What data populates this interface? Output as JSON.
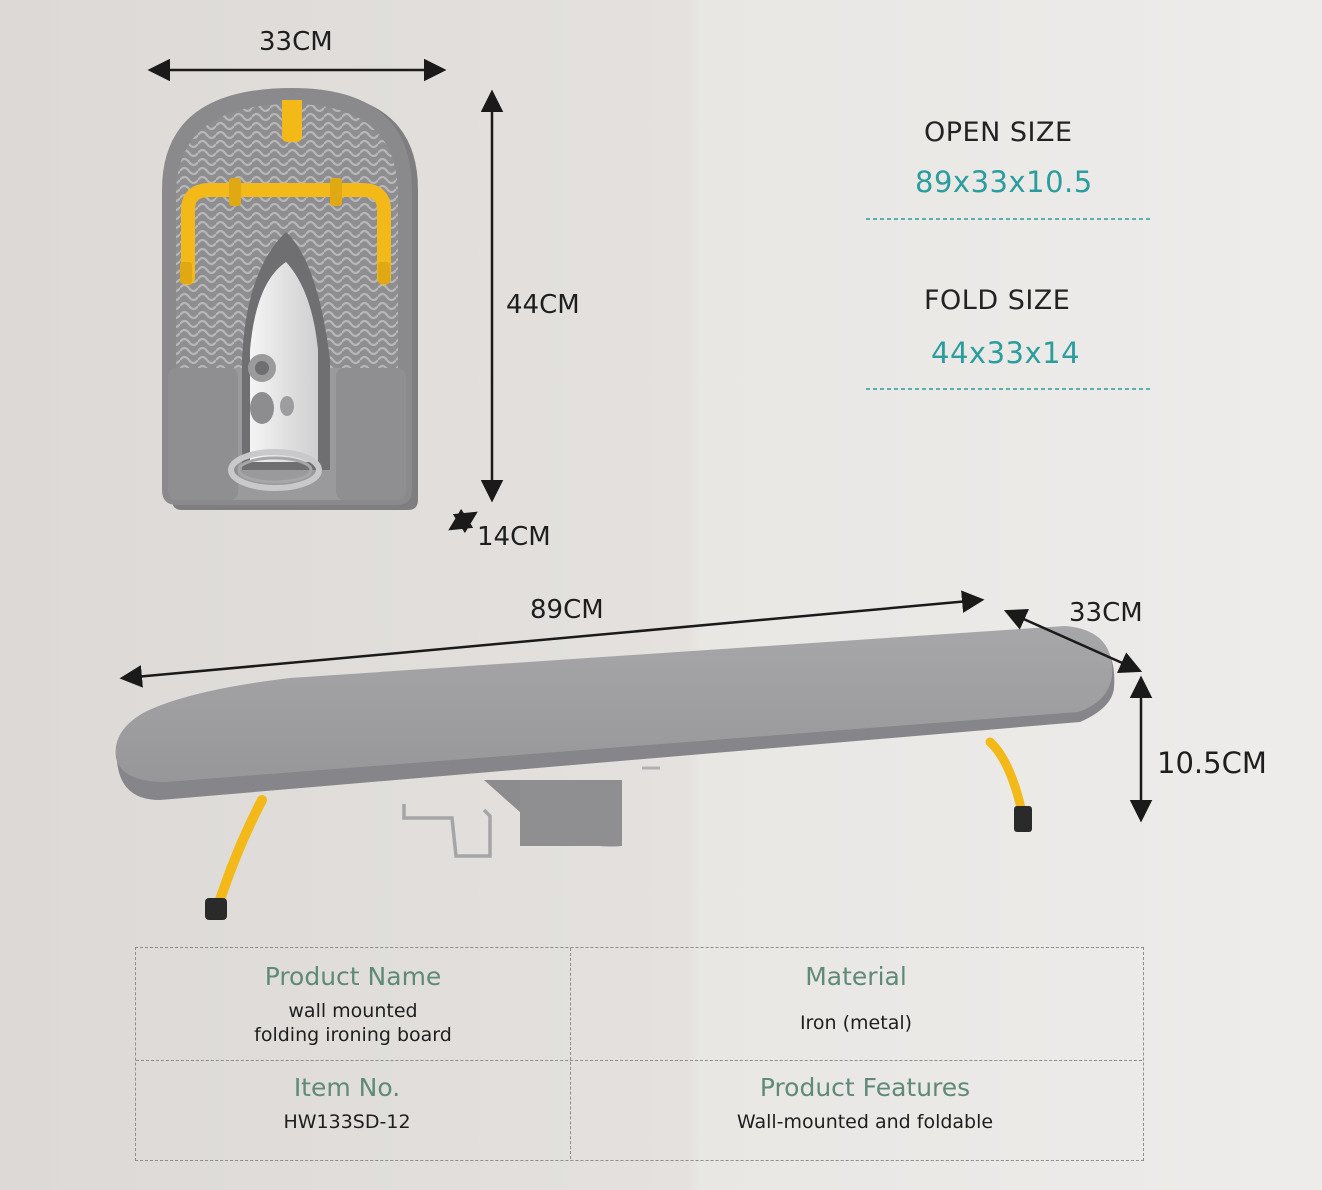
{
  "folded_dimensions": {
    "width_label": "33CM",
    "height_label": "44CM",
    "depth_label": "14CM"
  },
  "open_dimensions": {
    "length_label": "89CM",
    "width_label": "33CM",
    "height_label": "10.5CM"
  },
  "sizes": {
    "open_title": "OPEN SIZE",
    "open_value": "89x33x10.5",
    "fold_title": "FOLD SIZE",
    "fold_value": "44x33x14"
  },
  "info_table": {
    "product_name_header": "Product Name",
    "product_name_line1": "wall mounted",
    "product_name_line2": "folding ironing board",
    "material_header": "Material",
    "material_value": "Iron (metal)",
    "item_no_header": "Item No.",
    "item_no_value": "HW133SD-12",
    "features_header": "Product Features",
    "features_value": "Wall-mounted and foldable"
  },
  "colors": {
    "accent_teal": "#2a9d9e",
    "header_green": "#5f8a78",
    "board_gray": "#9a9a9c",
    "leg_yellow": "#f2b918"
  }
}
